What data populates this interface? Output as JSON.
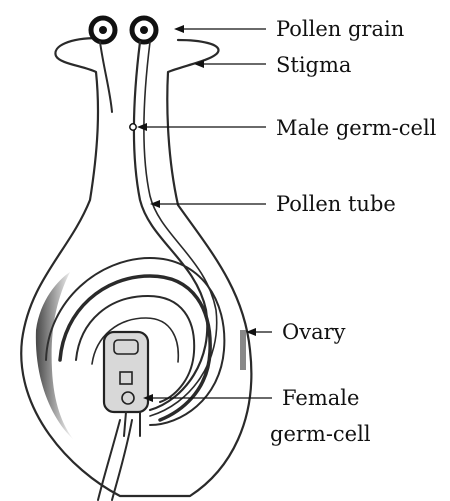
{
  "diagram": {
    "labels": {
      "pollen_grain": "Pollen grain",
      "stigma": "Stigma",
      "male_germ_cell": "Male germ-cell",
      "pollen_tube": "Pollen tube",
      "ovary": "Ovary",
      "female_germ_cell_line1": "Female",
      "female_germ_cell_line2": "germ-cell"
    }
  }
}
